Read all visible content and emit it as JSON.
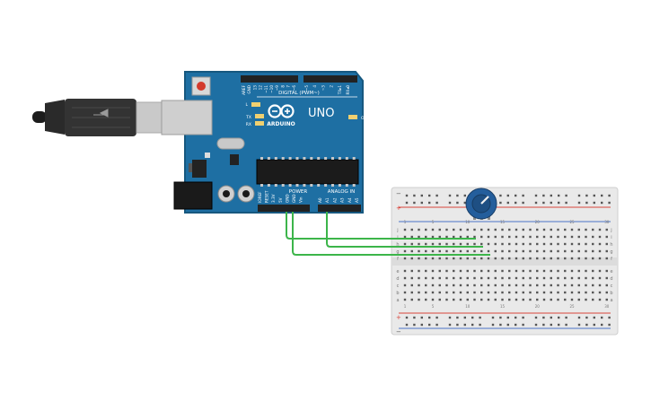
{
  "board": {
    "brand": "ARDUINO",
    "model": "UNO",
    "digital_label": "DIGITAL (PWM~)",
    "power_label": "POWER",
    "analog_label": "ANALOG IN",
    "led_l": "L",
    "led_tx": "TX",
    "led_rx": "RX",
    "led_on": "ON",
    "digital_pins": [
      "AREF",
      "GND",
      "13",
      "12",
      "~11",
      "~10",
      "~9",
      "8",
      "7",
      "~6",
      "~5",
      "4",
      "~3",
      "2",
      "TX▸1",
      "RX◂0"
    ],
    "power_pins": [
      "IOREF",
      "RESET",
      "3.3V",
      "5V",
      "GND",
      "GND",
      "Vin"
    ],
    "analog_pins": [
      "A0",
      "A1",
      "A2",
      "A3",
      "A4",
      "A5"
    ]
  },
  "breadboard": {
    "row_letters_top": [
      "j",
      "i",
      "h",
      "g",
      "f"
    ],
    "row_letters_bottom": [
      "e",
      "d",
      "c",
      "b",
      "a"
    ],
    "rail_plus": "+",
    "rail_minus": "−",
    "column_numbers": [
      "1",
      "5",
      "10",
      "15",
      "20",
      "25",
      "30"
    ]
  },
  "colors": {
    "board": "#1e6fa3",
    "board_edge": "#17587f",
    "wire": "#3cb54a",
    "rail_red": "#d9453c",
    "rail_blue": "#4a73c7",
    "pot_body": "#245e9c",
    "breadboard": "#e9e9e9"
  }
}
